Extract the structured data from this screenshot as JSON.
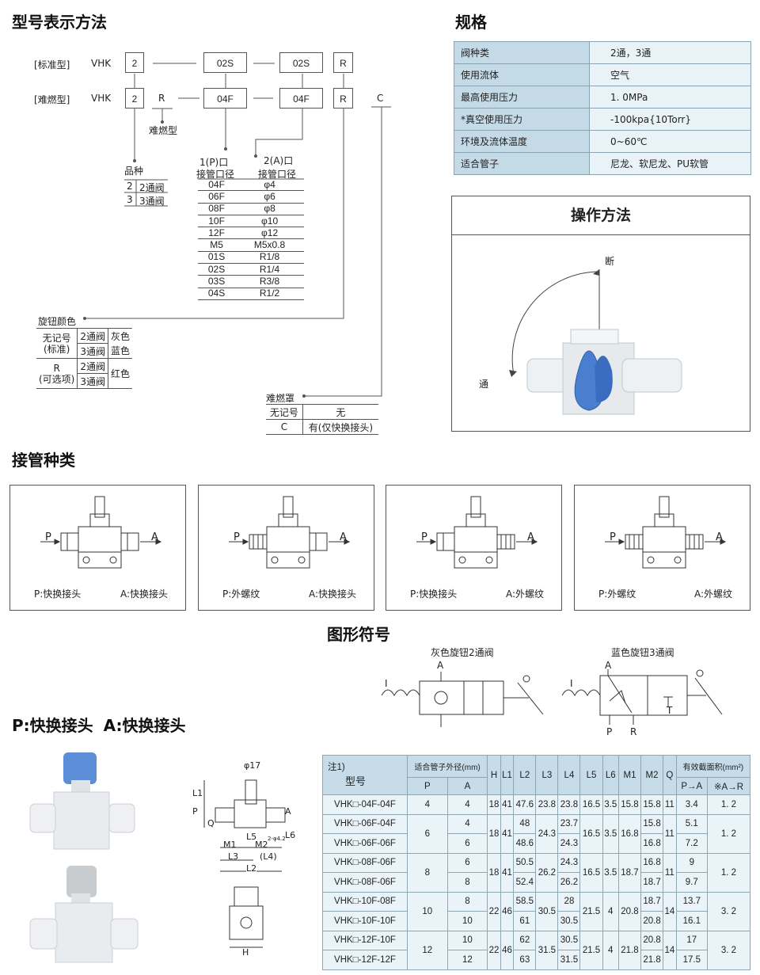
{
  "titles": {
    "model": "型号表示方法",
    "spec": "规格",
    "operation": "操作方法",
    "fittings": "接管种类",
    "symbols": "图形符号",
    "series": "P:快换接头  A:快换接头"
  },
  "model_code": {
    "std_label": "[标准型]",
    "fr_label": "[难燃型]",
    "prefix": "VHK",
    "std_boxes": [
      "2",
      "02S",
      "02S",
      "R"
    ],
    "fr_boxes": [
      "2",
      "04F",
      "04F",
      "R"
    ],
    "fr_r": "R",
    "fr_r_note": "难燃型",
    "c": "C",
    "variety_title": "品种",
    "variety": [
      [
        "2",
        "2通阀"
      ],
      [
        "3",
        "3通阀"
      ]
    ],
    "port1_title": [
      "1(P)口",
      "接管口径"
    ],
    "port2_title": [
      "2(A)口",
      "接管口径"
    ],
    "ports": [
      [
        "04F",
        "φ4"
      ],
      [
        "06F",
        "φ6"
      ],
      [
        "08F",
        "φ8"
      ],
      [
        "10F",
        "φ10"
      ],
      [
        "12F",
        "φ12"
      ],
      [
        "M5",
        "M5x0.8"
      ],
      [
        "01S",
        "R1/8"
      ],
      [
        "02S",
        "R1/4"
      ],
      [
        "03S",
        "R3/8"
      ],
      [
        "04S",
        "R1/2"
      ]
    ],
    "knob_title": "旋钮颜色",
    "knob": {
      "r1": "无记号",
      "r1b": "(标准)",
      "r2": "R",
      "r2b": "(可选项)",
      "v2": "2通阀",
      "v3": "3通阀",
      "gray": "灰色",
      "blue": "蓝色",
      "red": "红色"
    },
    "cover_title": "难燃罩",
    "cover": [
      [
        "无记号",
        "无"
      ],
      [
        "C",
        "有(仅快换接头)"
      ]
    ]
  },
  "spec": [
    [
      "阀种类",
      "2通，3通"
    ],
    [
      "使用流体",
      "空气"
    ],
    [
      "最高使用压力",
      "1. 0MPa"
    ],
    [
      "*真空使用压力",
      "-100kpa{10Torr}"
    ],
    [
      "环境及流体温度",
      "0~60℃"
    ],
    [
      "适合管子",
      "尼龙、软尼龙、PU软管"
    ]
  ],
  "operation": {
    "off": "断",
    "on": "通"
  },
  "fittings": [
    {
      "p": "P:快换接头",
      "a": "A:快换接头"
    },
    {
      "p": "P:外螺纹",
      "a": "A:快换接头"
    },
    {
      "p": "P:快换接头",
      "a": "A:外螺纹"
    },
    {
      "p": "P:外螺纹",
      "a": "A:外螺纹"
    }
  ],
  "fit_labels": {
    "P": "P",
    "A": "A"
  },
  "symbols": {
    "s1": "灰色旋钮2通阀",
    "s2": "蓝色旋钮3通阀",
    "I": "I",
    "A": "A",
    "P": "P",
    "R": "R",
    "T": "T"
  },
  "dims": {
    "phi": "φ17",
    "L1": "L1",
    "P": "P",
    "Q": "Q",
    "A": "A",
    "L5": "L5",
    "L6": "L6",
    "M1": "M1",
    "M2": "M2",
    "L3": "L3",
    "L4": "(L4)",
    "L2": "L2",
    "H": "H",
    "hole": "2-φ4.2"
  },
  "table": {
    "h_note": "注1)",
    "h_model": "型号",
    "h_tube": "适合管子外径(mm)",
    "h_P": "P",
    "h_A": "A",
    "cols": [
      "H",
      "L1",
      "L2",
      "L3",
      "L4",
      "L5",
      "L6",
      "M1",
      "M2",
      "Q"
    ],
    "h_area": "有效截面积(mm²)",
    "h_pa": "P→A",
    "h_ar": "※A→R",
    "groups": [
      {
        "P": "4",
        "H": "18",
        "L1": "41",
        "L3": "23.8",
        "L5": "16.5",
        "L6": "3.5",
        "M1": "15.8",
        "Q": "11",
        "AR": "1. 2",
        "rows": [
          {
            "model": "VHK□-04F-04F",
            "A": "4",
            "L2": "47.6",
            "L4": "23.8",
            "M2": "15.8",
            "PA": "3.4"
          }
        ]
      },
      {
        "P": "6",
        "H": "18",
        "L1": "41",
        "L3": "24.3",
        "L5": "16.5",
        "L6": "3.5",
        "M1": "16.8",
        "Q": "11",
        "AR": "1. 2",
        "rows": [
          {
            "model": "VHK□-06F-04F",
            "A": "4",
            "L2": "48",
            "L4": "23.7",
            "M2": "15.8",
            "PA": "5.1"
          },
          {
            "model": "VHK□-06F-06F",
            "A": "6",
            "L2": "48.6",
            "L4": "24.3",
            "M2": "16.8",
            "PA": "7.2"
          }
        ]
      },
      {
        "P": "8",
        "H": "18",
        "L1": "41",
        "L3": "26.2",
        "L5": "16.5",
        "L6": "3.5",
        "M1": "18.7",
        "Q": "11",
        "AR": "1. 2",
        "rows": [
          {
            "model": "VHK□-08F-06F",
            "A": "6",
            "L2": "50.5",
            "L4": "24.3",
            "M2": "16.8",
            "PA": "9"
          },
          {
            "model": "VHK□-08F-06F",
            "A": "8",
            "L2": "52.4",
            "L4": "26.2",
            "M2": "18.7",
            "PA": "9.7"
          }
        ]
      },
      {
        "P": "10",
        "H": "22",
        "L1": "46",
        "L3": "30.5",
        "L5": "21.5",
        "L6": "4",
        "M1": "20.8",
        "Q": "14",
        "AR": "3. 2",
        "rows": [
          {
            "model": "VHK□-10F-08F",
            "A": "8",
            "L2": "58.5",
            "L4": "28",
            "M2": "18.7",
            "PA": "13.7"
          },
          {
            "model": "VHK□-10F-10F",
            "A": "10",
            "L2": "61",
            "L4": "30.5",
            "M2": "20.8",
            "PA": "16.1"
          }
        ]
      },
      {
        "P": "12",
        "H": "22",
        "L1": "46",
        "L3": "31.5",
        "L5": "21.5",
        "L6": "4",
        "M1": "21.8",
        "Q": "14",
        "AR": "3. 2",
        "rows": [
          {
            "model": "VHK□-12F-10F",
            "A": "10",
            "L2": "62",
            "L4": "30.5",
            "M2": "20.8",
            "PA": "17"
          },
          {
            "model": "VHK□-12F-12F",
            "A": "12",
            "L2": "63",
            "L4": "31.5",
            "M2": "21.8",
            "PA": "17.5"
          }
        ]
      }
    ]
  },
  "colors": {
    "spec_label": "#c4dbe7",
    "spec_value": "#e8f2f7",
    "knob_blue": "#4a7fd0",
    "body": "#e8ecee"
  }
}
